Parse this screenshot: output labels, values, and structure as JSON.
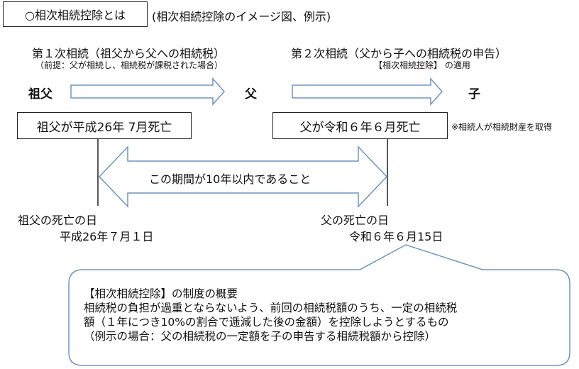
{
  "header": {
    "title": "○相次相続控除とは",
    "subtitle": "(相次相続控除のイメージ図、例示)"
  },
  "phases": [
    {
      "title": "第１次相続（祖父から父への相続税）",
      "note": "（前提：父が相続し、相続税が課税された場合）"
    },
    {
      "title": "第２次相続（父から子への相続税の申告）",
      "note": "【相次相続控除】 の適用"
    }
  ],
  "persons": [
    "祖父",
    "父",
    "子"
  ],
  "deaths": [
    {
      "event": "祖父が平成26年 7月死亡",
      "date_label": "祖父の死亡の日",
      "date": "平成26年７月１日"
    },
    {
      "event": "父が令和６年６月死亡",
      "date_label": "父の死亡の日",
      "date": "令和６年６月15日"
    }
  ],
  "inheritance_note": "※相続人が相続財産を取得",
  "period_condition": "この期間が10年以内であること",
  "callout": {
    "lines": [
      "【相次相続控除】の制度の概要",
      "相続税の負担が過重とならないよう、前回の相続税額のうち、一定の相続税",
      "額（１年につき10%の割合で逓減した後の金額）を控除しようとするもの",
      "（例示の場合：父の相続税の一定額を子の申告する相続税額から控除）"
    ]
  },
  "colors": {
    "arrow_stroke": "#6f95c0",
    "box_border": "#222222",
    "line": "#222222"
  }
}
